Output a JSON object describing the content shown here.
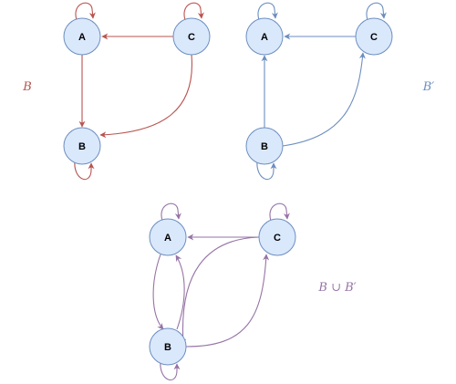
{
  "colors": {
    "node_fill": "#dae8fc",
    "node_stroke": "#6c8ebf",
    "relation_B": "#b85450",
    "relation_B_prime": "#6c8ebf",
    "relation_union": "#9673a6"
  },
  "graphs": [
    {
      "id": "B",
      "label": "B",
      "color_key": "relation_B",
      "nodes": [
        "A",
        "C",
        "B"
      ],
      "edges": [
        {
          "from": "A",
          "to": "A",
          "kind": "self-loop"
        },
        {
          "from": "C",
          "to": "C",
          "kind": "self-loop"
        },
        {
          "from": "B",
          "to": "B",
          "kind": "self-loop"
        },
        {
          "from": "C",
          "to": "A",
          "kind": "edge"
        },
        {
          "from": "A",
          "to": "B",
          "kind": "edge"
        },
        {
          "from": "C",
          "to": "B",
          "kind": "edge"
        }
      ]
    },
    {
      "id": "B-prime",
      "label": "B′",
      "color_key": "relation_B_prime",
      "nodes": [
        "A",
        "C",
        "B"
      ],
      "edges": [
        {
          "from": "A",
          "to": "A",
          "kind": "self-loop"
        },
        {
          "from": "C",
          "to": "C",
          "kind": "self-loop"
        },
        {
          "from": "B",
          "to": "B",
          "kind": "self-loop"
        },
        {
          "from": "C",
          "to": "A",
          "kind": "edge"
        },
        {
          "from": "B",
          "to": "A",
          "kind": "edge"
        },
        {
          "from": "B",
          "to": "C",
          "kind": "edge"
        }
      ]
    },
    {
      "id": "union",
      "label": "B ∪ B′",
      "color_key": "relation_union",
      "nodes": [
        "A",
        "C",
        "B"
      ],
      "edges": [
        {
          "from": "A",
          "to": "A",
          "kind": "self-loop"
        },
        {
          "from": "C",
          "to": "C",
          "kind": "self-loop"
        },
        {
          "from": "B",
          "to": "B",
          "kind": "self-loop"
        },
        {
          "from": "C",
          "to": "A",
          "kind": "edge"
        },
        {
          "from": "A",
          "to": "B",
          "kind": "edge"
        },
        {
          "from": "B",
          "to": "A",
          "kind": "edge"
        },
        {
          "from": "C",
          "to": "B",
          "kind": "edge"
        },
        {
          "from": "B",
          "to": "C",
          "kind": "edge"
        }
      ]
    }
  ]
}
